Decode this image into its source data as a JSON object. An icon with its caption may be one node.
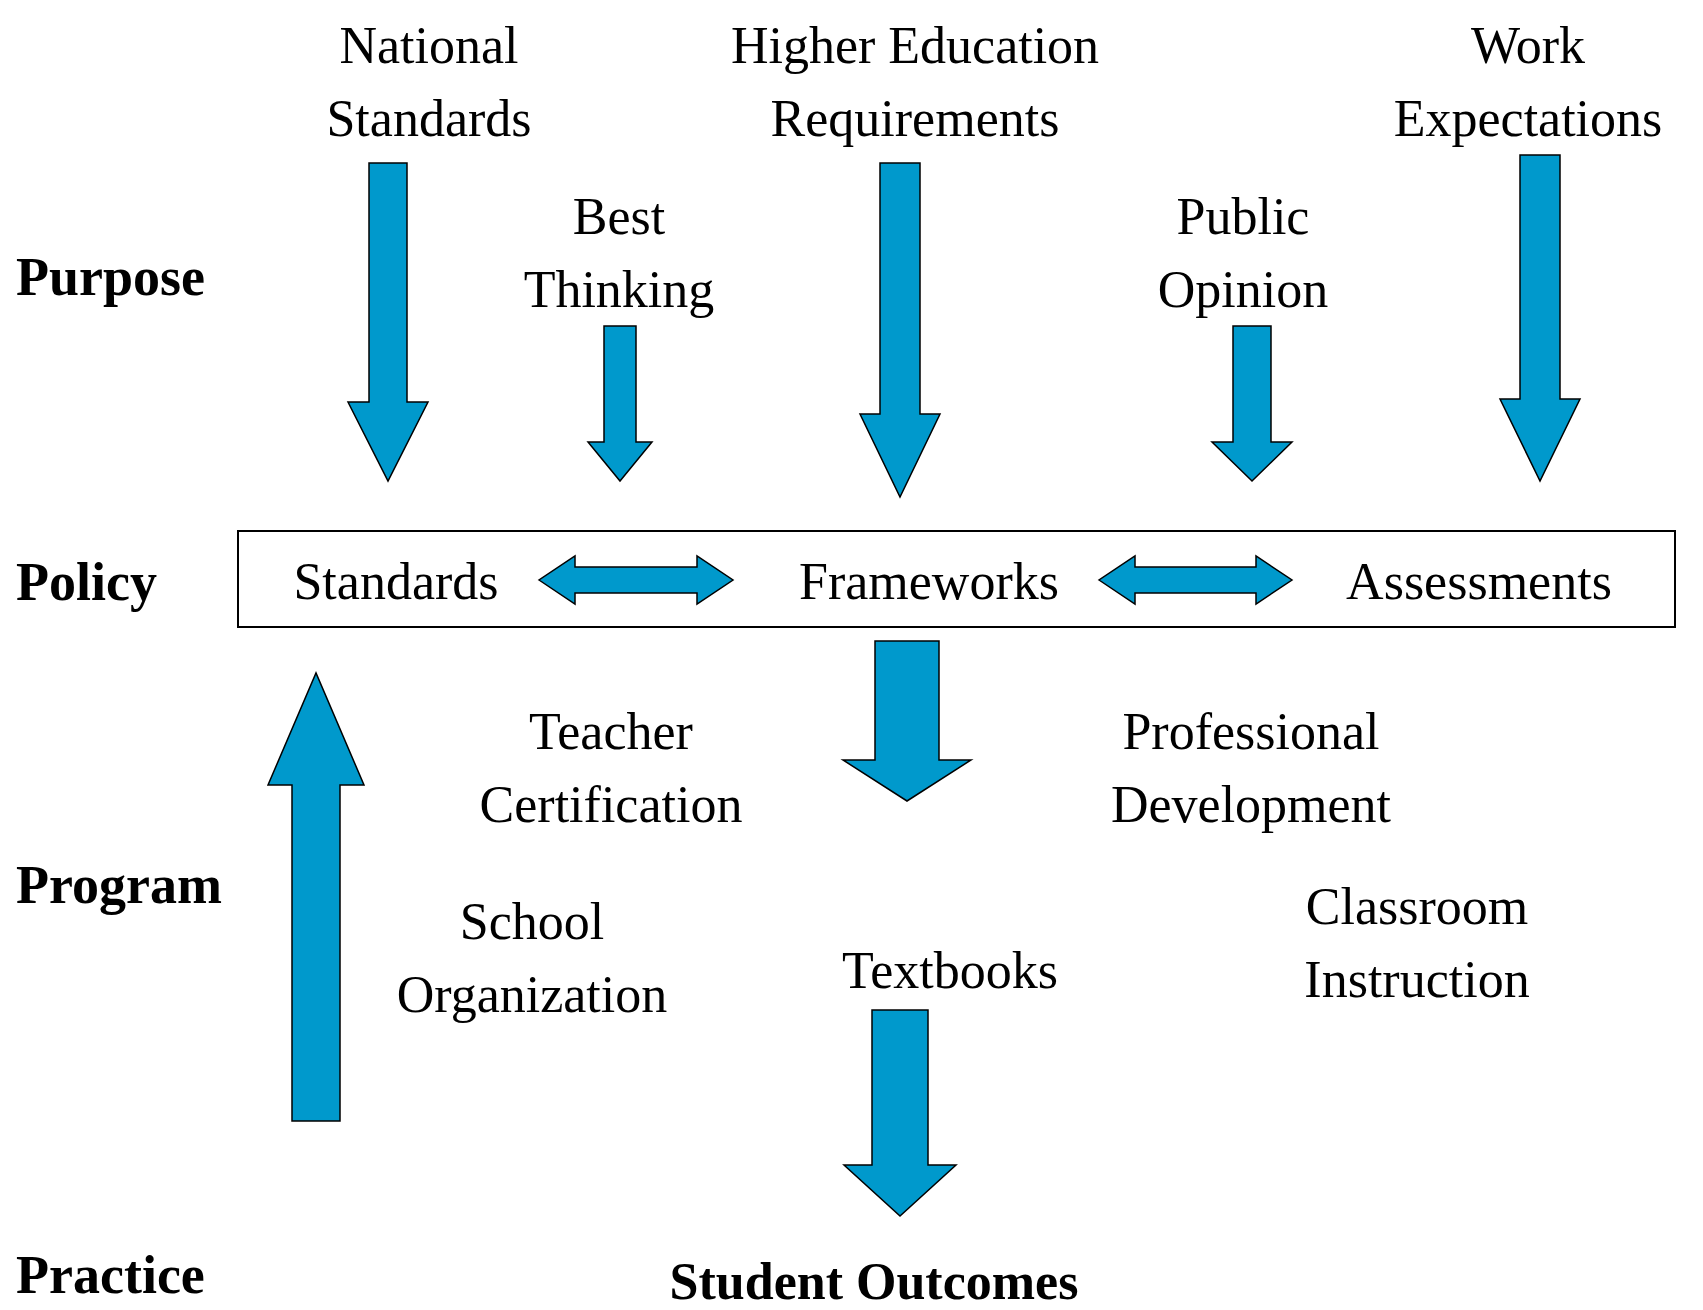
{
  "diagram": {
    "nodes": [
      {
        "text": [
          "National Standards"
        ]
      },
      {
        "text": [
          "Higher Education Requirements"
        ]
      },
      {
        "text": [
          "Work Expectations"
        ]
      },
      {
        "text": [
          "Best Thinking"
        ]
      },
      {
        "text": [
          "Public Opinion"
        ]
      },
      {
        "text": [],
        "shape": "box"
      },
      {
        "text": [
          "Standards"
        ],
        "in": 5
      },
      {
        "text": [
          "Frameworks"
        ],
        "in": 5
      },
      {
        "text": [
          "Assessments"
        ],
        "in": 5
      },
      {
        "text": [
          "Teacher Certification"
        ]
      },
      {
        "text": [
          "Professional Development"
        ]
      },
      {
        "text": [
          "School Organization"
        ]
      },
      {
        "text": [
          "Textbooks"
        ]
      },
      {
        "text": [
          "Classroom Instruction"
        ]
      },
      {
        "text": [
          "Student Outcomes"
        ]
      }
    ],
    "edges": [
      {
        "from": 0,
        "to": 5,
        "arrow": "to"
      },
      {
        "from": 3,
        "to": 5,
        "arrow": "to"
      },
      {
        "from": 1,
        "to": 5,
        "arrow": "to"
      },
      {
        "from": 4,
        "to": 5,
        "arrow": "to"
      },
      {
        "from": 2,
        "to": 5,
        "arrow": "to"
      },
      {
        "from": 6,
        "to": 7,
        "arrow": "both"
      },
      {
        "from": 7,
        "to": 8,
        "arrow": "both"
      },
      {
        "from": 5,
        "to": null,
        "arrow": "to"
      },
      {
        "from": 12,
        "to": 14,
        "arrow": "to"
      },
      {
        "from": null,
        "to": 5,
        "arrow": "to"
      }
    ],
    "labels": [
      "Purpose",
      "Policy",
      "Program",
      "Practice"
    ]
  }
}
